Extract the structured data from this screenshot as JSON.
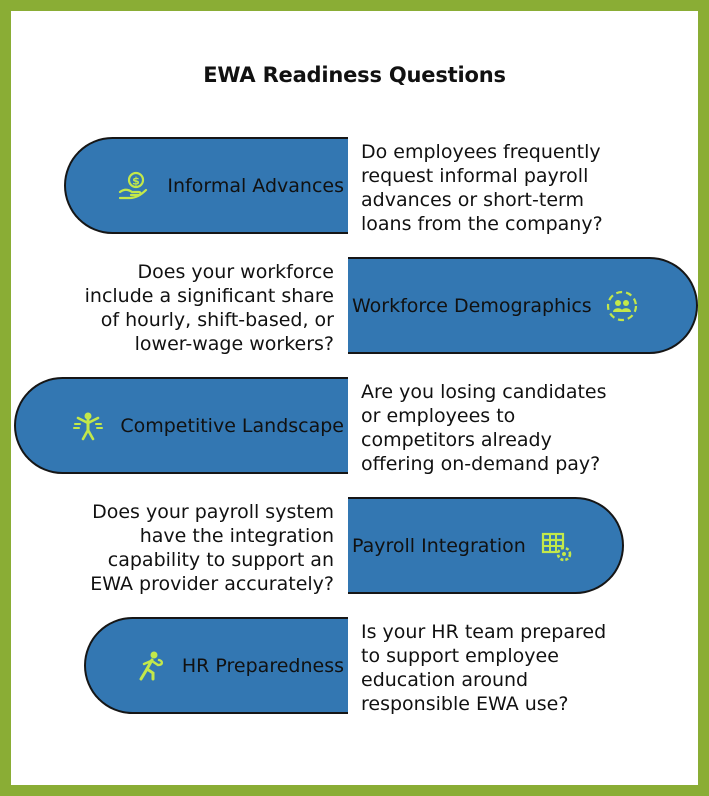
{
  "title": "EWA Readiness Questions",
  "colors": {
    "frame": "#8aad35",
    "pill": "#3377b2",
    "icon": "#c3e84a",
    "outline": "#161616"
  },
  "items": [
    {
      "label": "Informal Advances",
      "icon": "hand-coin-icon",
      "question": "Do employees frequently\nrequest informal payroll\nadvances or short-term\nloans from the company?"
    },
    {
      "label": "Workforce Demographics",
      "icon": "group-people-icon",
      "question": "Does your workforce\ninclude a significant share\nof hourly, shift-based, or\nlower-wage workers?"
    },
    {
      "label": "Competitive Landscape",
      "icon": "competitor-figure-icon",
      "question": "Are you losing candidates\nor employees to\ncompetitors already\noffering on-demand pay?"
    },
    {
      "label": "Payroll Integration",
      "icon": "spreadsheet-gear-icon",
      "question": "Does your payroll system\nhave the integration\ncapability to support an\nEWA provider accurately?"
    },
    {
      "label": "HR Preparedness",
      "icon": "running-figure-icon",
      "question": "Is your HR team prepared\nto support employee\neducation around\nresponsible EWA use?"
    }
  ]
}
